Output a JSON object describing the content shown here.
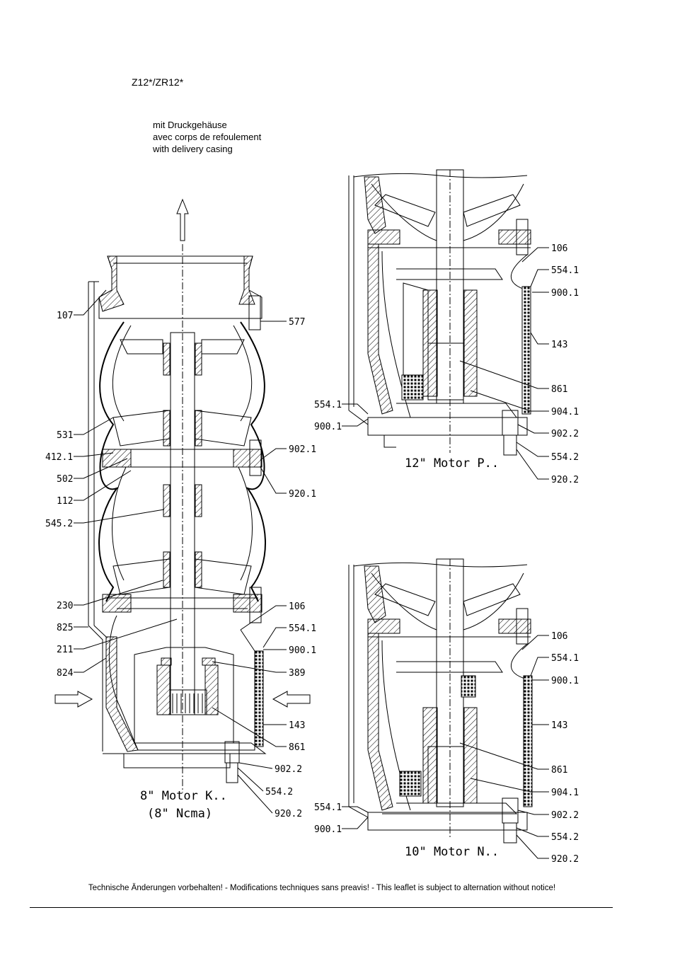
{
  "header": {
    "model": "Z12*/ZR12*"
  },
  "caption": {
    "lines": [
      "mit Druckgehäuse",
      "avec corps de refoulement",
      "with delivery casing"
    ]
  },
  "drawings": {
    "motor_8": {
      "title_line1": "8\" Motor K..",
      "title_line2": "(8\" Ncma)",
      "left_labels": [
        "107",
        "531",
        "412.1",
        "502",
        "112",
        "545.2",
        "230",
        "825",
        "211",
        "824"
      ],
      "right_labels": [
        "577",
        "902.1",
        "920.1",
        "106",
        "554.1",
        "900.1",
        "389",
        "143",
        "861",
        "902.2",
        "554.2",
        "920.2"
      ]
    },
    "motor_12": {
      "title": "12\" Motor P..",
      "left_labels": [
        "554.1",
        "900.1"
      ],
      "right_labels": [
        "106",
        "554.1",
        "900.1",
        "143",
        "861",
        "904.1",
        "902.2",
        "554.2",
        "920.2"
      ]
    },
    "motor_10": {
      "title": "10\" Motor N..",
      "left_labels": [
        "554.1",
        "900.1"
      ],
      "right_labels": [
        "106",
        "554.1",
        "900.1",
        "143",
        "861",
        "904.1",
        "902.2",
        "554.2",
        "920.2"
      ]
    }
  },
  "footer": {
    "notice": "Technische Änderungen vorbehalten! - Modifications techniques sans preavis! - This leaflet is subject to alternation without notice!"
  }
}
